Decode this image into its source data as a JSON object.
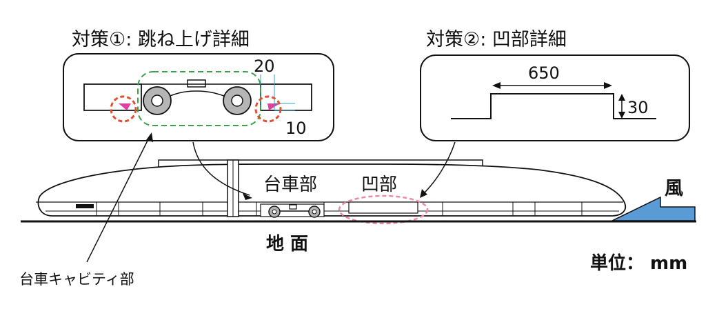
{
  "titles": {
    "measure1": "対策①: 跳ね上げ詳細",
    "measure2": "対策②: 凹部詳細"
  },
  "labels": {
    "dim20": "20",
    "dim10": "10",
    "dim650": "650",
    "dim30": "30",
    "bogie": "台車部",
    "recess": "凹部",
    "ground": "地 面",
    "wind": "風",
    "cavity": "台車キャビティ部",
    "unit": "単位： mm"
  },
  "colors": {
    "line": "#111111",
    "green_dash": "#3aa04a",
    "red_dash": "#e05030",
    "pink_dash": "#ee88aa",
    "wind_fill": "#5b9bd5",
    "magenta": "#e040a0",
    "wheel_fill": "#b5b5b5",
    "cyan": "#30a0d0"
  }
}
